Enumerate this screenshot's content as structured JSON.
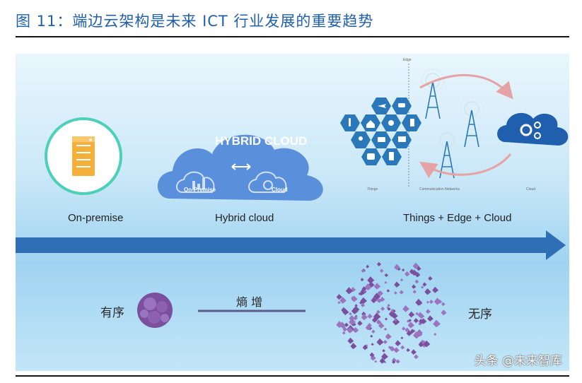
{
  "figure": {
    "title": "图 11：端边云架构是未来 ICT 行业发展的重要趋势"
  },
  "stages": {
    "on_premise": "On-premise",
    "hybrid": "Hybrid cloud",
    "edge": "Things + Edge + Cloud"
  },
  "hybrid_cloud": {
    "heading": "HYBRID CLOUD",
    "left_label": "On-Premise",
    "right_label": "Cloud"
  },
  "edge_diagram": {
    "edge_label": "Edge",
    "things_label": "Things",
    "network_label": "Communication Networks",
    "cloud_label": "Cloud"
  },
  "entropy": {
    "ordered": "有序",
    "increase": "熵 增",
    "disordered": "无序"
  },
  "watermark": "头条 @未来智库",
  "colors": {
    "title": "#1f5fae",
    "arrow": "#2e6fb5",
    "cloud": "#5a8fdb",
    "server": "#f4b03a",
    "server_ring": "#4dd0b8",
    "molecule": "#7b4f9e"
  },
  "icons": [
    "server-icon",
    "gear-icon",
    "tower-icon",
    "plane-icon",
    "car-icon",
    "home-icon",
    "thermometer-icon",
    "camera-icon",
    "monitor-icon",
    "bus-icon",
    "phone-icon",
    "person-icon"
  ]
}
